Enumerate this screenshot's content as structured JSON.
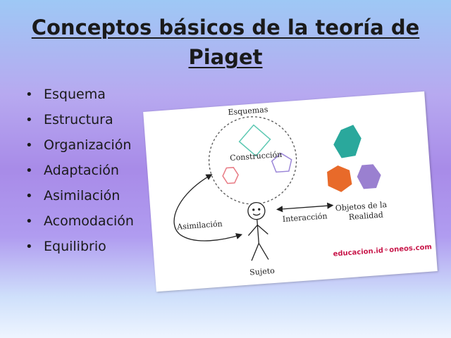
{
  "slide": {
    "title": "Conceptos básicos de la teoría de Piaget",
    "bullets": [
      "Esquema",
      "Estructura",
      "Organización",
      "Adaptación",
      "Asimilación",
      "Acomodación",
      "Equilibrio"
    ],
    "bullet_glyph": "•"
  },
  "figure": {
    "labels": {
      "esquemas": "Esquemas",
      "construccion": "Construcción",
      "asimilacion": "Asimilación",
      "interaccion": "Interacción",
      "objetos_line1": "Objetos de la",
      "objetos_line2": "Realidad",
      "sujeto": "Sujeto"
    },
    "watermark": {
      "part1": "educacion.id",
      "part2": "oneos.com"
    },
    "colors": {
      "hexagon": "#e87a84",
      "rhombus": "#5cc8b2",
      "pentagon": "#9b86d8",
      "teal_gem": "#2aa89c",
      "orange_gem": "#e86a2a",
      "purple_gem": "#9a80d0",
      "watermark": "#c8174a"
    }
  }
}
